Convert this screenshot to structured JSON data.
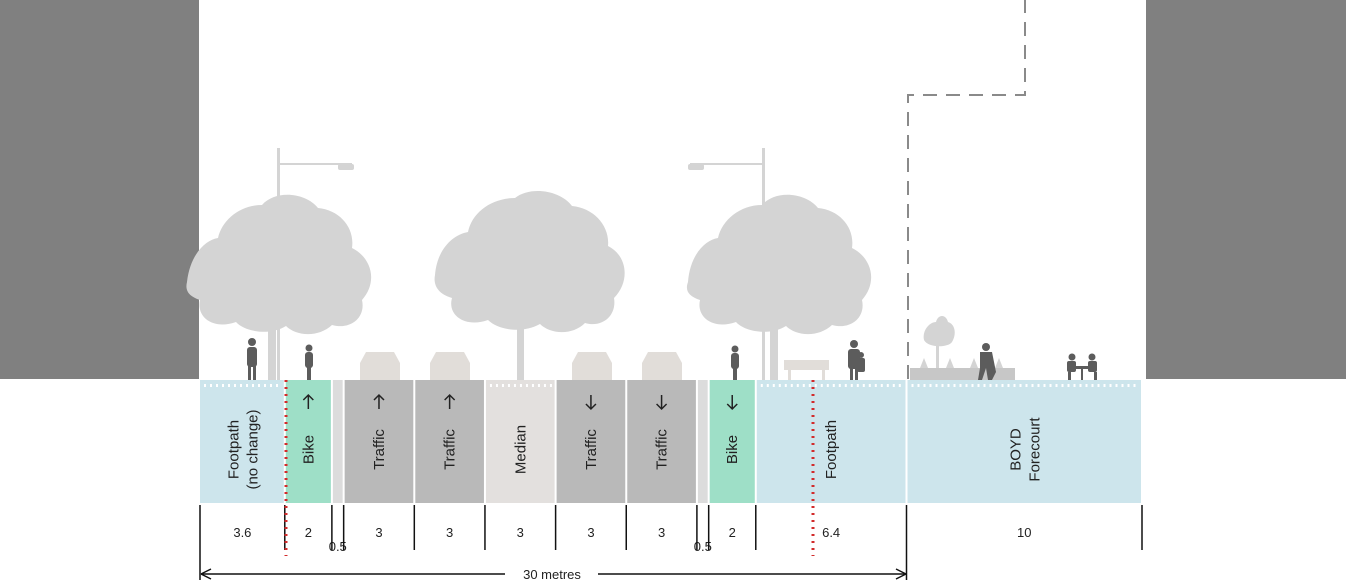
{
  "colors": {
    "building": "#808080",
    "footpath": "#cde5ec",
    "bike": "#9edfc7",
    "traffic": "#b9b9b9",
    "median": "#e3e0de",
    "gap": "#dcdcdc",
    "tree": "#d4d4d4",
    "person": "#5c5c5c",
    "car": "#e1ddd9",
    "property_line": "#d22b2b",
    "setback": "#8a8a8a"
  },
  "lanes": [
    {
      "id": "footpath-left",
      "type": "footpath",
      "label": "Footpath\n(no change)",
      "width": "3.6",
      "arrow": ""
    },
    {
      "id": "bike-left",
      "type": "bike",
      "label": "Bike",
      "width": "2",
      "arrow": "up"
    },
    {
      "id": "gap-left",
      "type": "gap",
      "label": "",
      "width": "0.5",
      "arrow": ""
    },
    {
      "id": "traffic-1",
      "type": "traffic",
      "label": "Traffic",
      "width": "3",
      "arrow": "up"
    },
    {
      "id": "traffic-2",
      "type": "traffic",
      "label": "Traffic",
      "width": "3",
      "arrow": "up"
    },
    {
      "id": "median",
      "type": "median",
      "label": "Median",
      "width": "3",
      "arrow": ""
    },
    {
      "id": "traffic-3",
      "type": "traffic",
      "label": "Traffic",
      "width": "3",
      "arrow": "down"
    },
    {
      "id": "traffic-4",
      "type": "traffic",
      "label": "Traffic",
      "width": "3",
      "arrow": "down"
    },
    {
      "id": "gap-right",
      "type": "gap",
      "label": "",
      "width": "0.5",
      "arrow": ""
    },
    {
      "id": "bike-right",
      "type": "bike",
      "label": "Bike",
      "width": "2",
      "arrow": "down"
    },
    {
      "id": "footpath-right",
      "type": "footpath",
      "label": "Footpath",
      "width": "6.4",
      "arrow": ""
    },
    {
      "id": "boyd-forecourt",
      "type": "footpath",
      "label": "BOYD\nForecourt",
      "width": "10",
      "arrow": ""
    }
  ],
  "total": {
    "label": "30 metres"
  }
}
